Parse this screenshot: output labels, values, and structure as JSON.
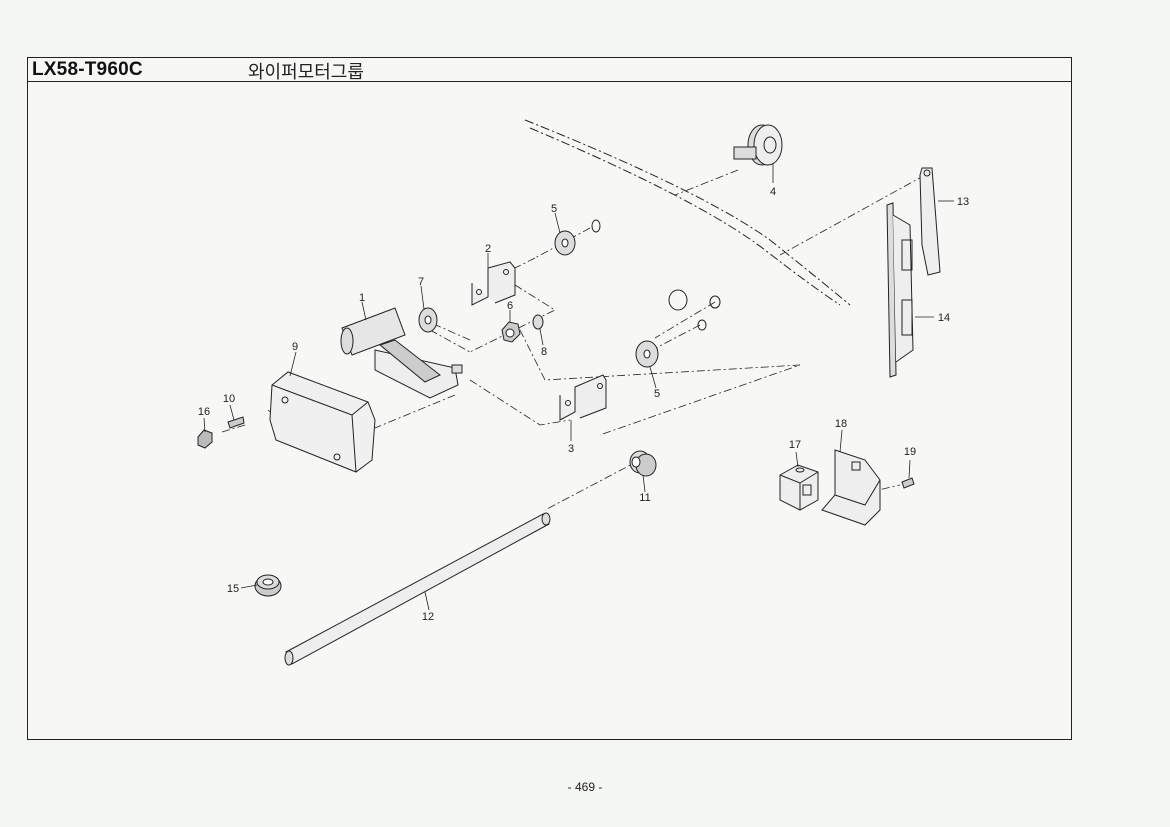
{
  "header": {
    "model": "LX58-T960C",
    "group_title": "와이퍼모터그룹"
  },
  "parts": {
    "p1": "1",
    "p2": "2",
    "p3": "3",
    "p4": "4",
    "p5a": "5",
    "p5b": "5",
    "p6": "6",
    "p7": "7",
    "p8": "8",
    "p9": "9",
    "p10": "10",
    "p11": "11",
    "p12": "12",
    "p13": "13",
    "p14": "14",
    "p15": "15",
    "p16": "16",
    "p17": "17",
    "p18": "18",
    "p19": "19"
  },
  "footer": {
    "page_number": "- 469 -"
  }
}
